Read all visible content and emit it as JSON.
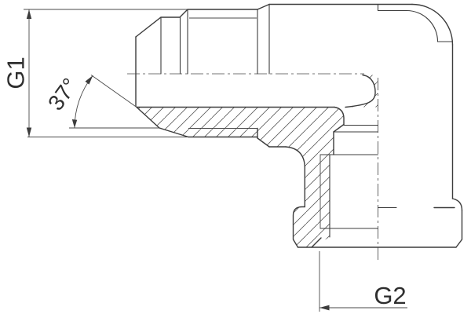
{
  "drawing": {
    "labels": {
      "port_left": "G1",
      "flare_angle": "37°",
      "port_bottom": "G2"
    },
    "colors": {
      "main_line": "#3c3c3c",
      "thin_line": "#4a4a4a",
      "hatch_line": "#5a5a5a",
      "background": "#ffffff"
    }
  }
}
